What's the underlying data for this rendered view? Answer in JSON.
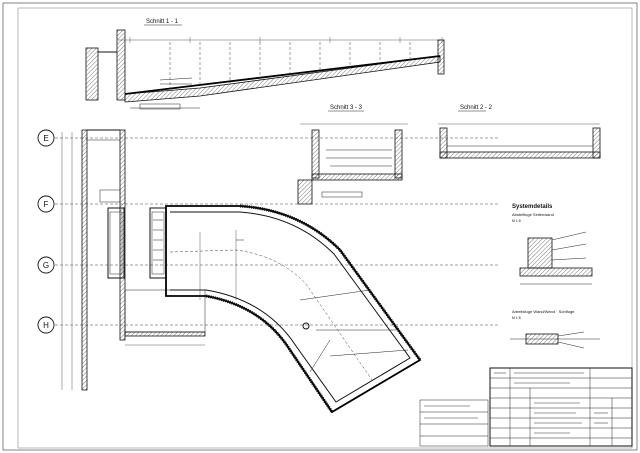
{
  "sections": {
    "s11": "Schnitt 1 - 1",
    "s33": "Schnitt 3 - 3",
    "s22": "Schnitt 2 - 2"
  },
  "axes": [
    "E",
    "F",
    "G",
    "H"
  ],
  "details": {
    "title": "Systemdetails",
    "sub1": "Abstellfuge Seitenwand",
    "scale1": "M 1:5",
    "sub2": "Arbeitsfuge Wand/Wand · Sohlfuge",
    "scale2": "M 1:5"
  },
  "colors": {
    "ink": "#111111",
    "paper": "#ffffff"
  }
}
